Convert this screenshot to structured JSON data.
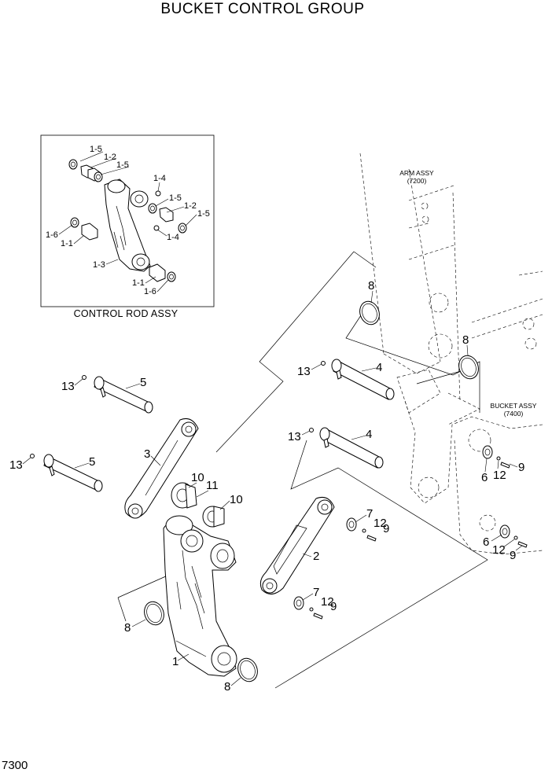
{
  "title": "BUCKET CONTROL  GROUP",
  "page_number": "7300",
  "inset": {
    "caption": "CONTROL ROD ASSY",
    "labels": [
      "1-5",
      "1-2",
      "1-5",
      "1-4",
      "1-5",
      "1-2",
      "1-5",
      "1-6",
      "1-1",
      "1-4",
      "1-3",
      "1-1",
      "1-6"
    ]
  },
  "references": {
    "arm_assy": {
      "name": "ARM ASSY",
      "code": "(7200)"
    },
    "bucket_assy": {
      "name": "BUCKET ASSY",
      "code": "(7400)"
    }
  },
  "callouts": [
    "8",
    "8",
    "13",
    "4",
    "13",
    "5",
    "13",
    "4",
    "13",
    "5",
    "3",
    "10",
    "11",
    "10",
    "7",
    "12",
    "9",
    "2",
    "7",
    "12",
    "9",
    "6",
    "12",
    "9",
    "6",
    "12",
    "9",
    "8",
    "1",
    "8"
  ]
}
